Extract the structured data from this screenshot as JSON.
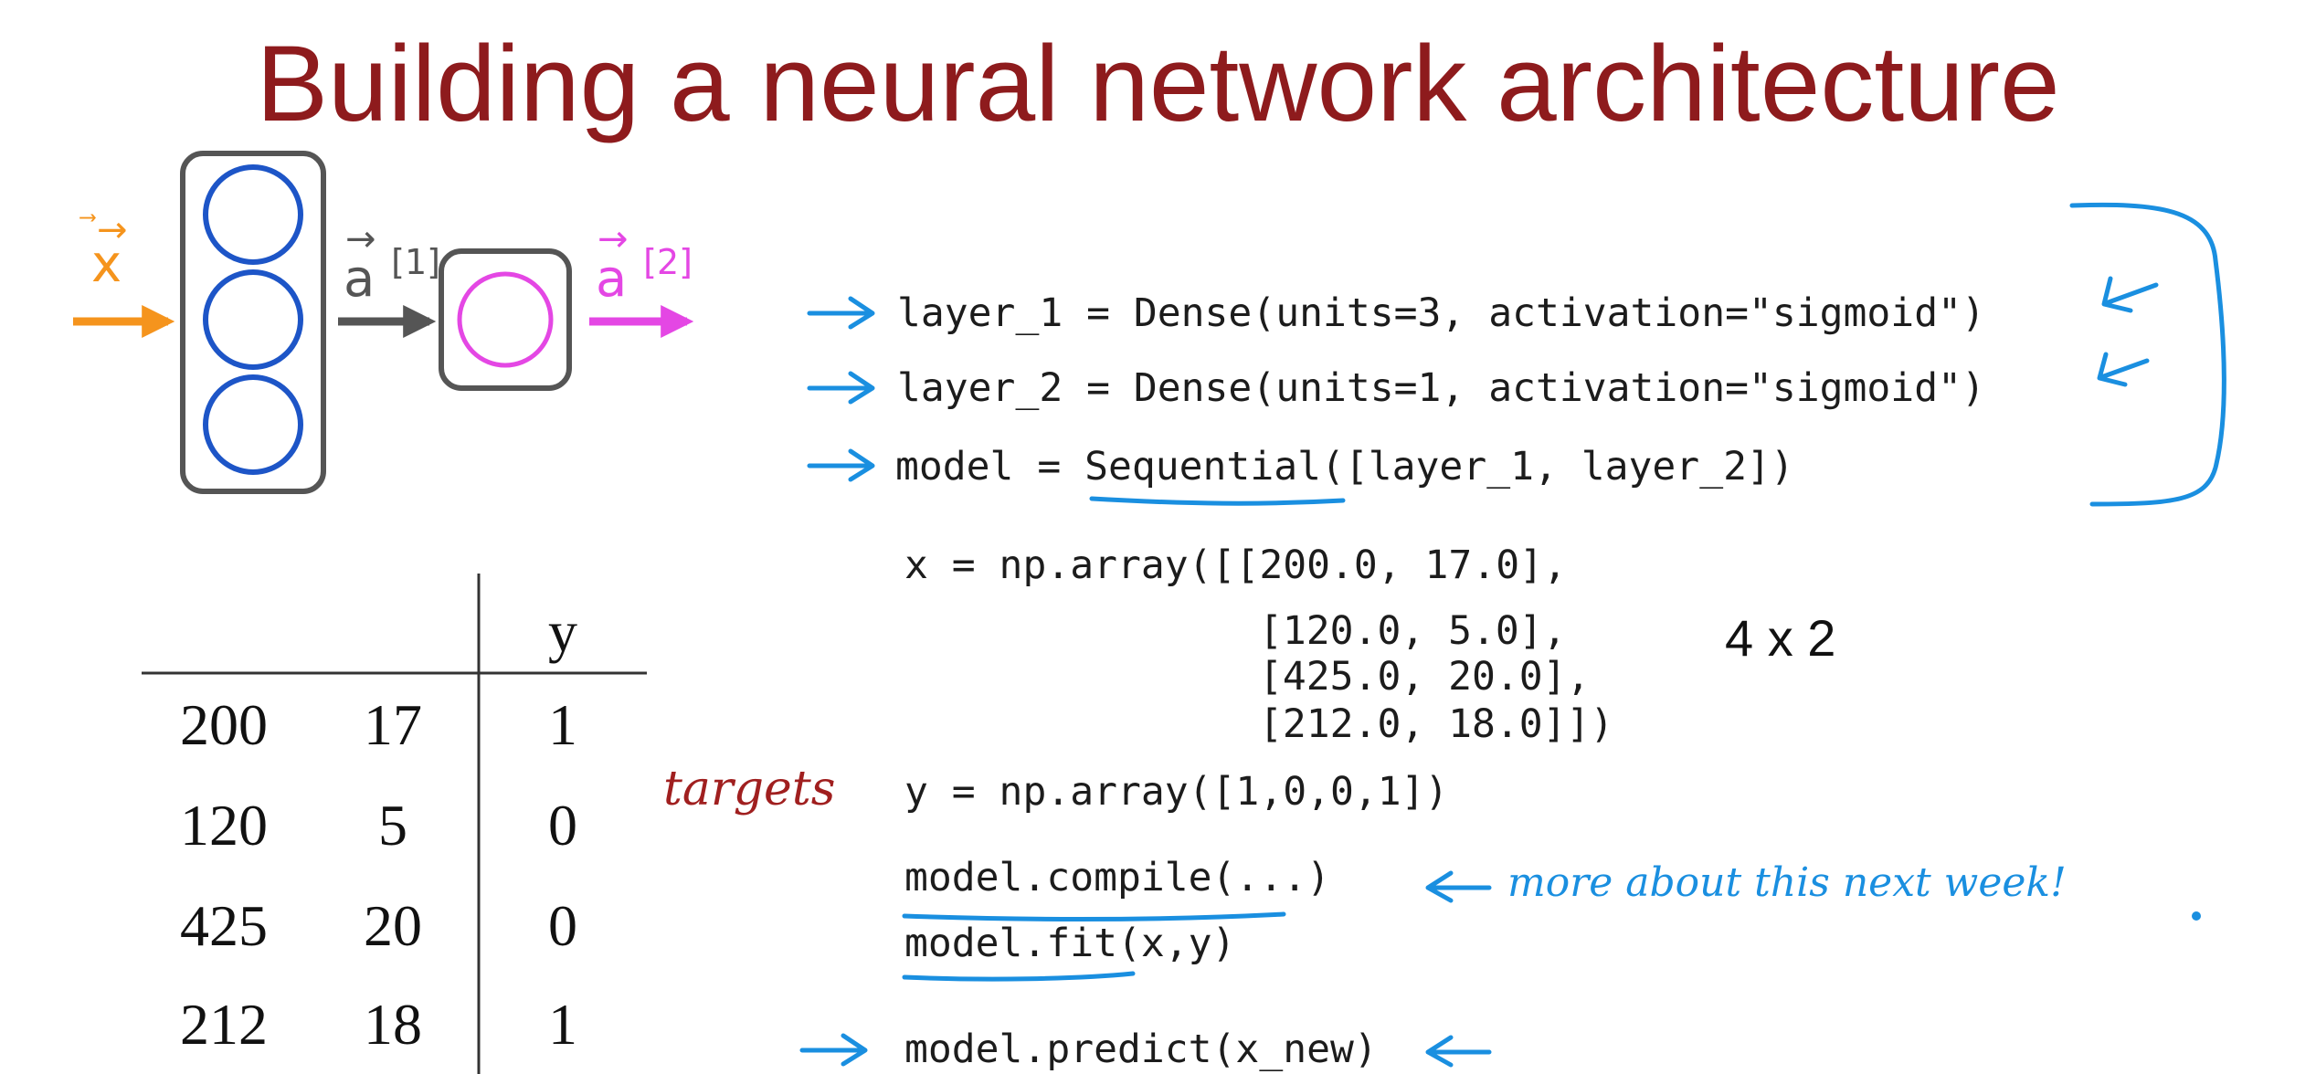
{
  "title": "Building a neural network architecture",
  "diagram": {
    "input_label": "x",
    "hidden_activation_label": "a",
    "hidden_layer_superscript": "[1]",
    "output_activation_label": "a",
    "output_layer_superscript": "[2]",
    "hidden_units": 3,
    "output_units": 1,
    "colors": {
      "input": "#f5941d",
      "hidden_neuron": "#1d55c7",
      "output_neuron": "#e447e4",
      "layer_box": "#555555"
    }
  },
  "code": {
    "line_layer_1": "layer_1 = Dense(units=3, activation=\"sigmoid\")",
    "line_layer_2": "layer_2 = Dense(units=1, activation=\"sigmoid\")",
    "line_model": "model = Sequential([layer_1, layer_2])",
    "line_x_1": "x = np.array([[200.0, 17.0],",
    "line_x_2": "[120.0, 5.0],",
    "line_x_3": "[425.0, 20.0],",
    "line_x_4": "[212.0, 18.0]])",
    "line_y": "y = np.array([1,0,0,1])",
    "line_compile": "model.compile(...)",
    "line_fit": "model.fit(x,y)",
    "line_predict": "model.predict(x_new)"
  },
  "annotations": {
    "dimension": "4 x 2",
    "targets": "targets",
    "compile_note": "more about this next week!",
    "annotation_color": "#1a8fe0",
    "targets_color": "#a01f1f"
  },
  "table": {
    "header_y": "y",
    "rows": [
      [
        "200",
        "17",
        "1"
      ],
      [
        "120",
        "5",
        "0"
      ],
      [
        "425",
        "20",
        "0"
      ],
      [
        "212",
        "18",
        "1"
      ]
    ]
  }
}
